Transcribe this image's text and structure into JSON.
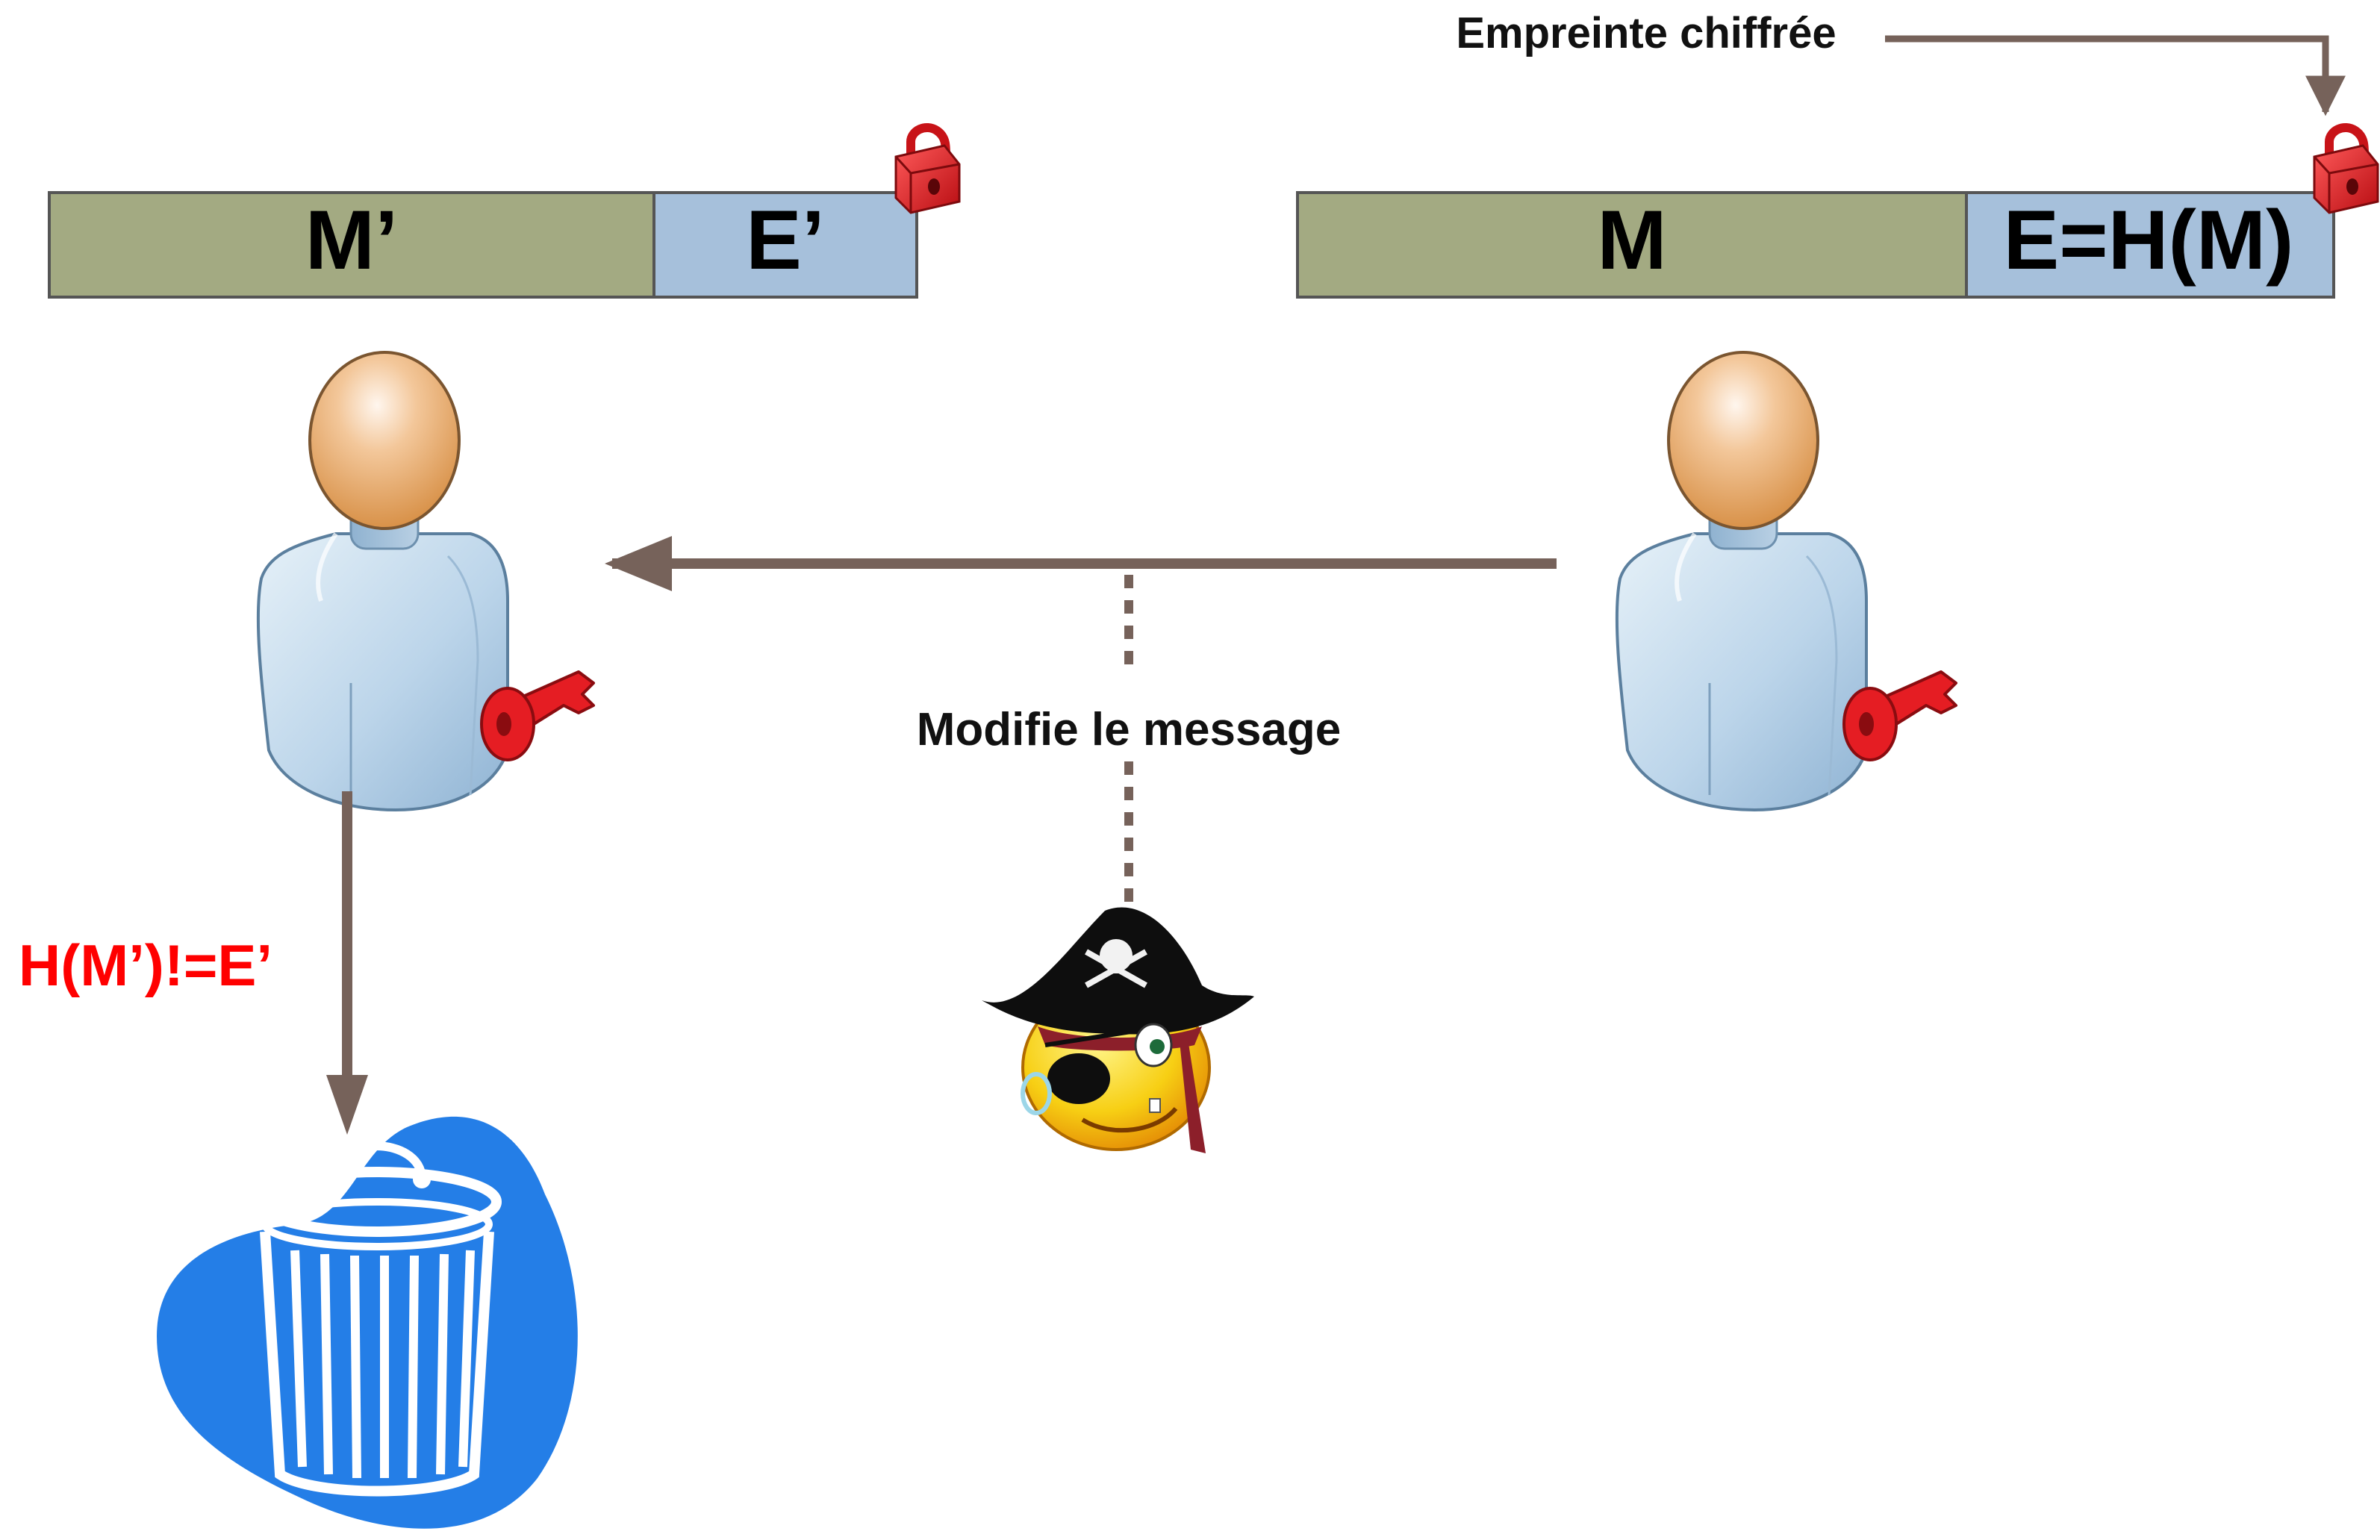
{
  "diagram": {
    "top_note": "Empreinte chiffrée",
    "attack_label": "Modifie le message",
    "check_label": "H(M’)!=E’",
    "receiver_packet": {
      "message": "M’",
      "fingerprint": "E’"
    },
    "sender_packet": {
      "message": "M",
      "fingerprint": "E=H(M)"
    }
  },
  "colors": {
    "message_cell": "#a3aa82",
    "fingerprint_cell": "#a6c0db",
    "arrow": "#76625a",
    "lock": "#e51d23",
    "key": "#e51d23",
    "check_text": "#ff0000",
    "trash_blob": "#247ee7"
  },
  "icons": [
    "lock-icon",
    "key-icon",
    "user-icon",
    "pirate-icon",
    "trash-icon"
  ]
}
